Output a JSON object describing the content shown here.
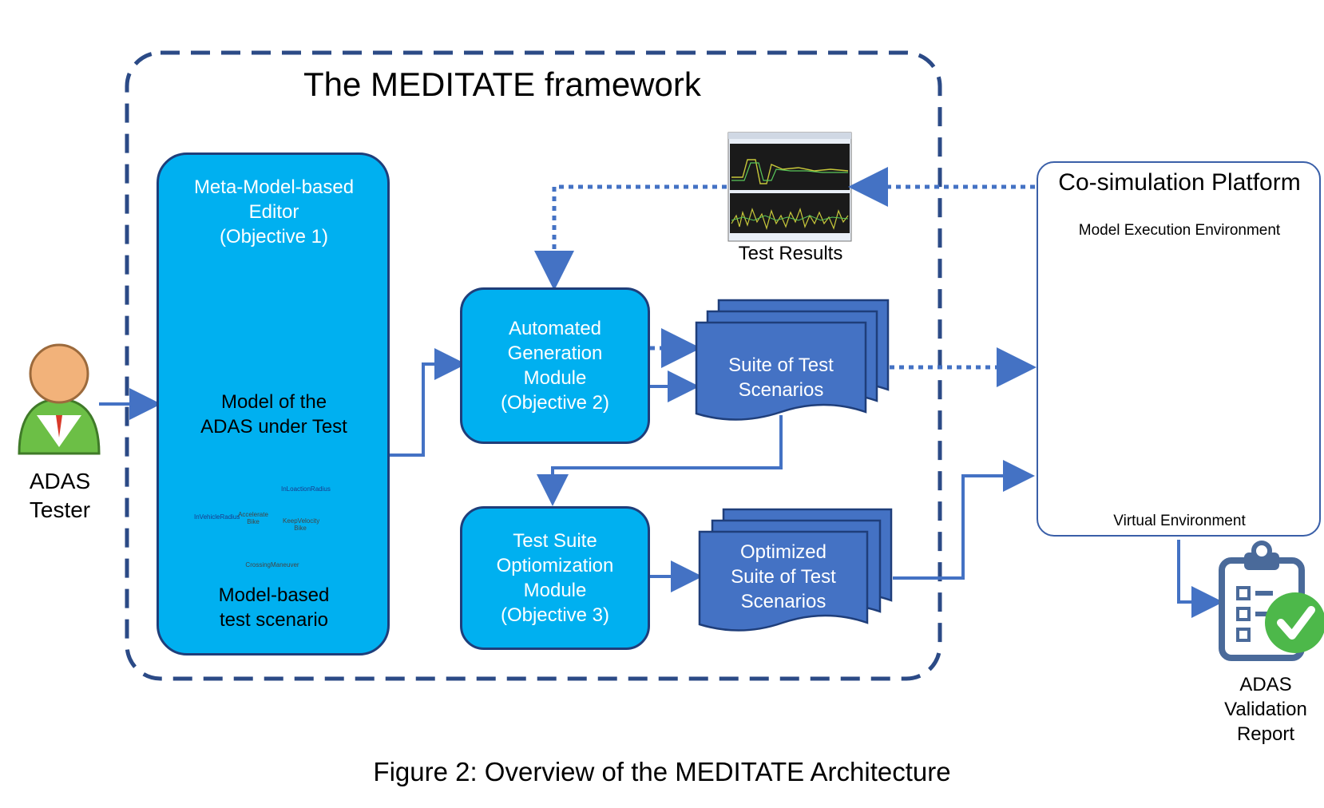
{
  "framework": {
    "title": "The MEDITATE framework"
  },
  "tester": {
    "label_line1": "ADAS",
    "label_line2": "Tester"
  },
  "editor": {
    "title_line1": "Meta-Model-based",
    "title_line2": "Editor",
    "title_line3": "(Objective 1)",
    "model_label_line1": "Model of the",
    "model_label_line2": "ADAS under Test",
    "scenario_label_line1": "Model-based",
    "scenario_label_line2": "test scenario",
    "scenario_blocks": [
      "InVehicleRadius",
      "Accelerate Bike",
      "InLoactionRadius",
      "KeepVelocity Bike"
    ],
    "scenario_footer": "CrossingManeuver"
  },
  "modules": {
    "generation": {
      "line1": "Automated",
      "line2": "Generation",
      "line3": "Module",
      "line4": "(Objective 2)"
    },
    "optimization": {
      "line1": "Test Suite",
      "line2": "Optiomization",
      "line3": "Module",
      "line4": "(Objective 3)"
    }
  },
  "documents": {
    "suite": {
      "line1": "Suite of Test",
      "line2": "Scenarios"
    },
    "optimized": {
      "line1": "Optimized",
      "line2": "Suite of Test",
      "line3": "Scenarios"
    }
  },
  "test_results": {
    "label": "Test Results"
  },
  "cosim": {
    "title": "Co-simulation Platform",
    "model_env_label": "Model Execution Environment",
    "virtual_env_label": "Virtual Environment"
  },
  "report": {
    "line1": "ADAS",
    "line2": "Validation",
    "line3": "Report"
  },
  "caption": "Figure 2: Overview of the MEDITATE Architecture",
  "colors": {
    "module_fill": "#00b0f0",
    "document_fill": "#4472c4",
    "border": "#1f3e7a",
    "arrow": "#4472c4"
  }
}
